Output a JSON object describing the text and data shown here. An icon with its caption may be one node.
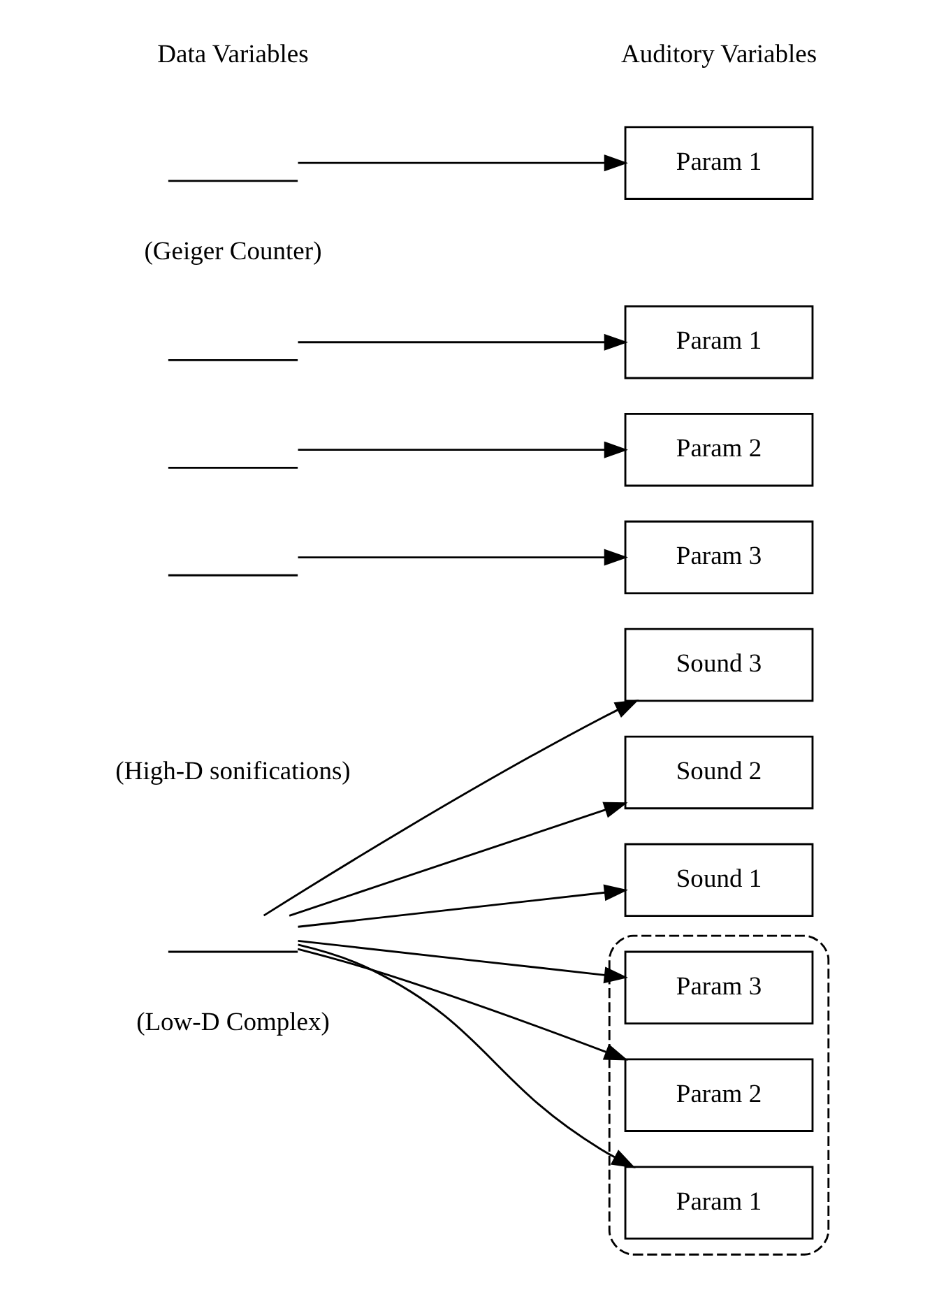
{
  "diagram": {
    "nodes": [
      {
        "text": [],
        "shape": "picture"
      },
      {
        "text": [
          "Param 1"
        ]
      },
      {
        "text": [],
        "shape": "picture"
      },
      {
        "text": [],
        "shape": "picture"
      },
      {
        "text": [],
        "shape": "picture"
      },
      {
        "text": [
          "Param 1"
        ]
      },
      {
        "text": [
          "Param 2"
        ]
      },
      {
        "text": [
          "Param 3"
        ]
      },
      {
        "text": [],
        "shape": "ellipse"
      },
      {
        "text": [
          "Param 1"
        ],
        "in": 8
      },
      {
        "text": [
          "Param 2"
        ],
        "in": 8
      },
      {
        "text": [
          "Param 3"
        ],
        "in": 8
      },
      {
        "text": [],
        "shape": "picture"
      },
      {
        "text": [
          "Sound 1"
        ]
      },
      {
        "text": [
          "Sound 2"
        ]
      },
      {
        "text": [
          "Sound 3"
        ]
      }
    ],
    "edges": [
      {
        "from": 0,
        "to": 1,
        "arrow": "to"
      },
      {
        "from": 2,
        "to": 5,
        "arrow": "to"
      },
      {
        "from": 3,
        "to": 6,
        "arrow": "to"
      },
      {
        "from": 4,
        "to": 7,
        "arrow": "to"
      },
      {
        "from": 12,
        "to": 9,
        "arrow": "to"
      },
      {
        "from": 12,
        "to": 10,
        "arrow": "to"
      },
      {
        "from": 12,
        "to": 11,
        "arrow": "to"
      },
      {
        "from": 12,
        "to": 13,
        "arrow": "to"
      },
      {
        "from": 12,
        "to": 14,
        "arrow": "to"
      },
      {
        "from": 12,
        "to": 15,
        "arrow": "to"
      }
    ],
    "labels": [
      "Data Variables",
      "Auditory Variables",
      "(Geiger Counter)",
      "(High-D sonifications)",
      "(Low-D Complex)"
    ]
  }
}
